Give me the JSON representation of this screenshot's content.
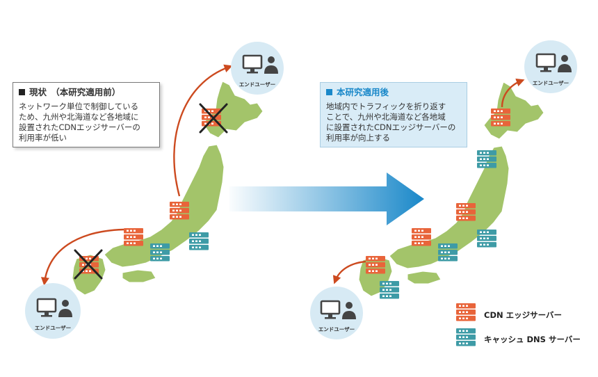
{
  "before": {
    "title": "現状　（本研究適用前）",
    "description_lines": [
      "ネットワーク単位で制御している",
      "ため、九州や北海道など各地域に",
      "設置されたCDNエッジサーバーの",
      "利用率が低い"
    ]
  },
  "after": {
    "title": "本研究適用後",
    "description_lines": [
      "地域内でトラフィックを折り返す",
      "ことで、九州や北海道など各地域",
      "に設置されたCDNエッジサーバーの",
      "利用率が向上する"
    ]
  },
  "end_user_label": "エンドユーザー",
  "legend": {
    "cdn": "CDN エッジサーバー",
    "dns": "キャッシュ DNS サーバー"
  },
  "colors": {
    "map_green": "#a3c46a",
    "cdn_orange": "#e8643a",
    "dns_teal": "#3e9ba6",
    "arrow_blue": "#1a88c9",
    "route_arrow": "#cc4a1f",
    "cross": "#222222",
    "user_circle": "#d7eaf4"
  },
  "icons": {
    "end_user": "desktop-monitor-with-person-icon",
    "cdn_server": "server-rack-icon",
    "dns_server": "server-rack-icon",
    "disabled": "x-mark-icon"
  }
}
